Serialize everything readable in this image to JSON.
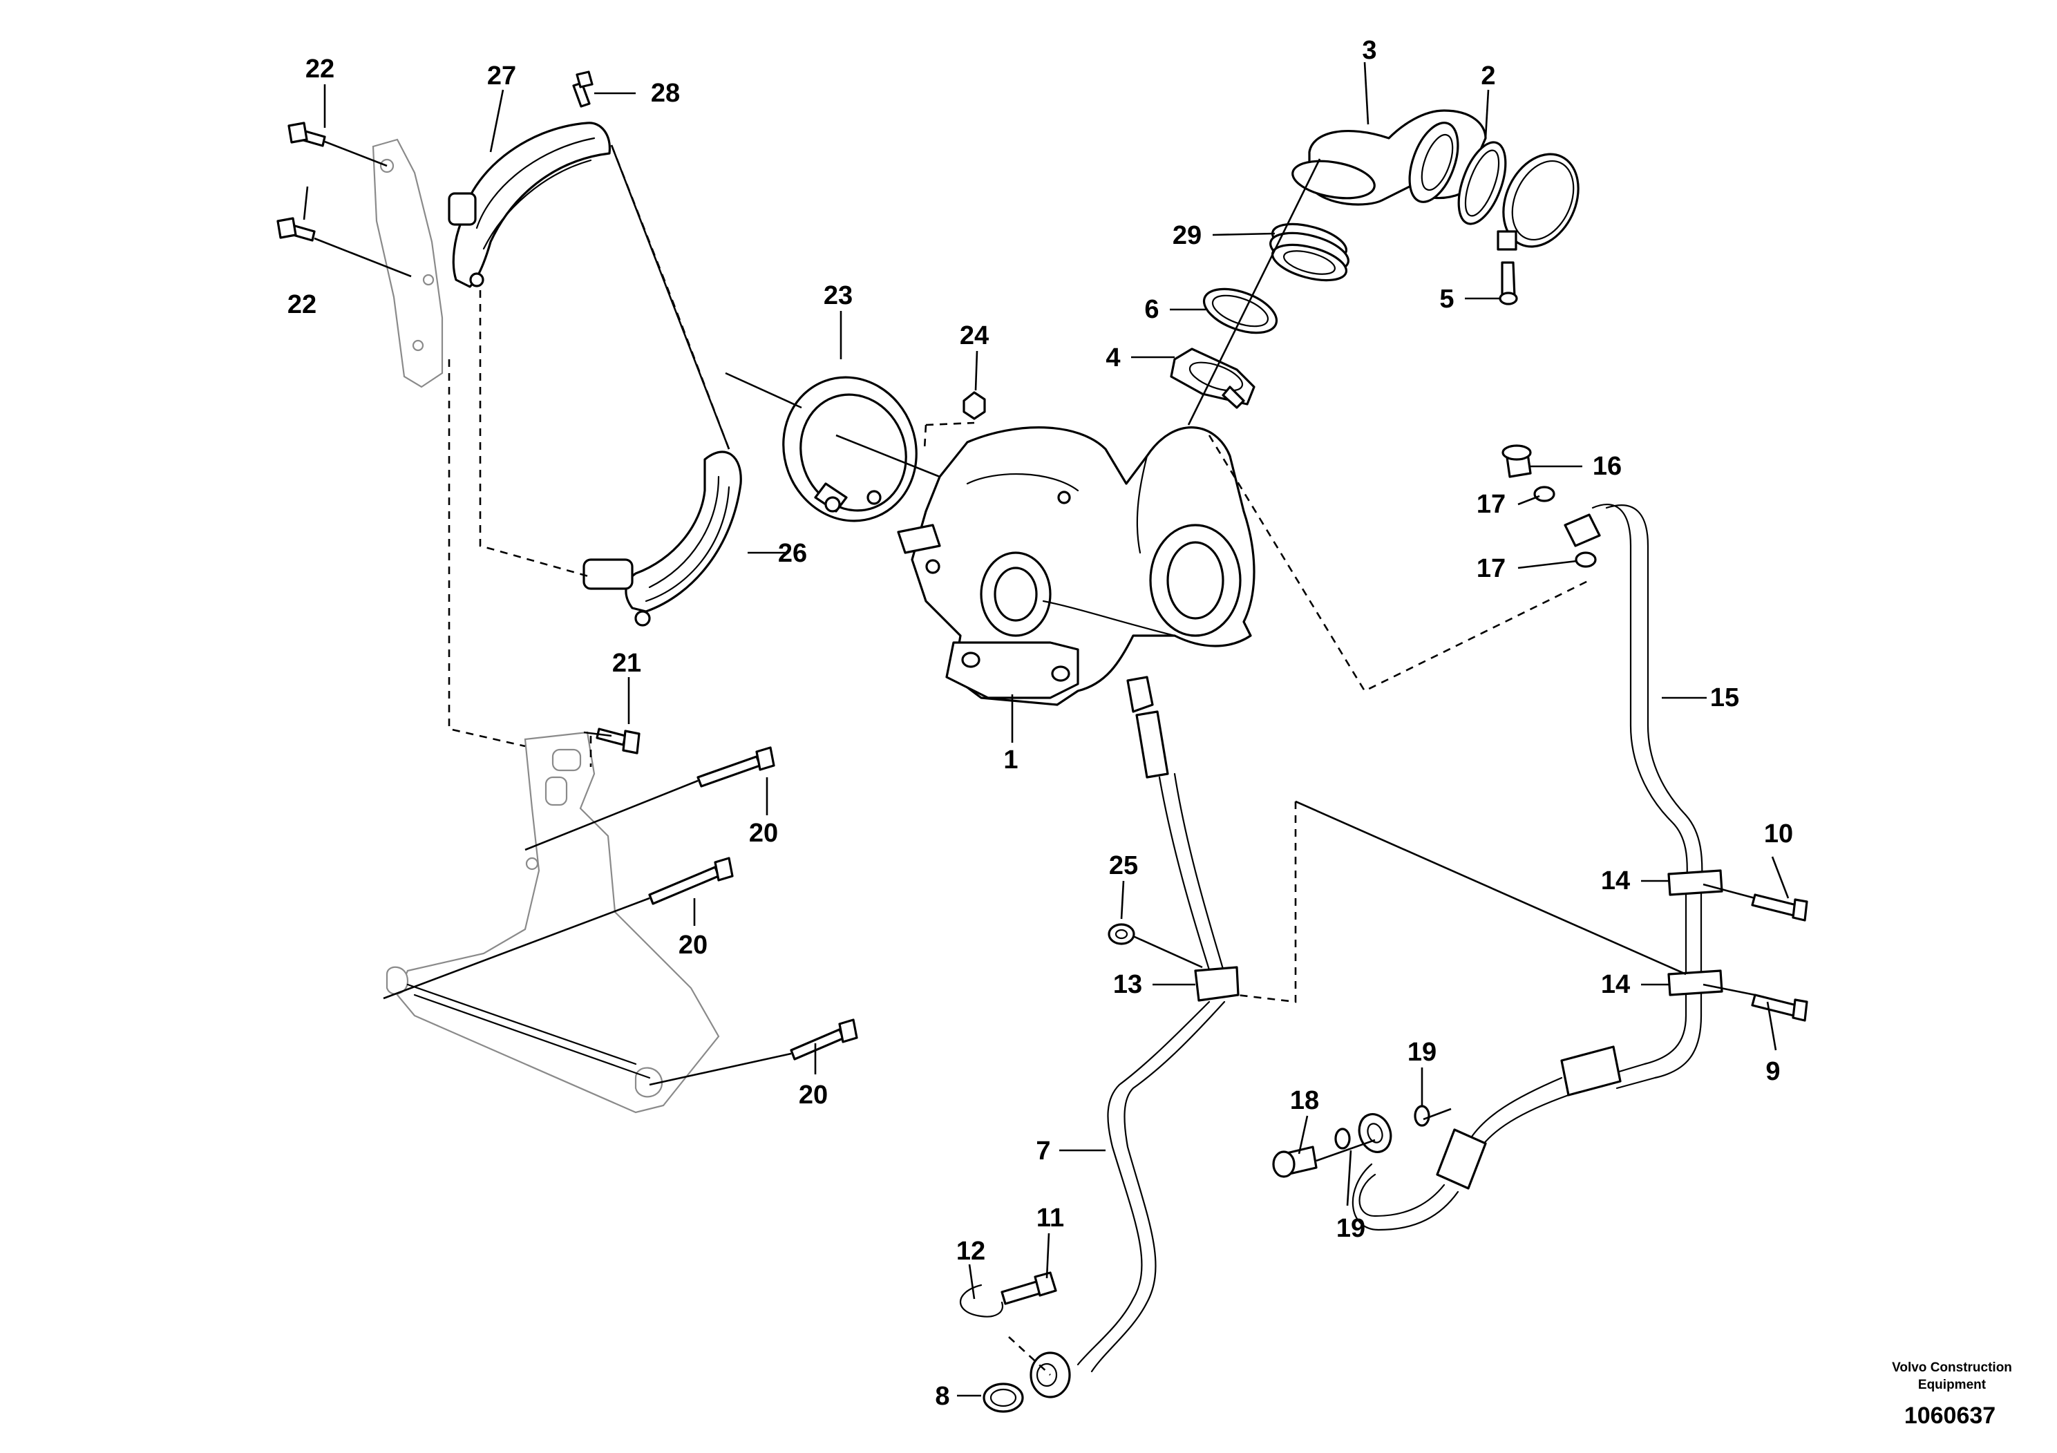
{
  "callouts": [
    "1",
    "2",
    "3",
    "4",
    "5",
    "6",
    "7",
    "8",
    "9",
    "10",
    "11",
    "12",
    "13",
    "14",
    "14",
    "15",
    "16",
    "17",
    "17",
    "18",
    "19",
    "19",
    "20",
    "20",
    "20",
    "21",
    "22",
    "22",
    "23",
    "24",
    "25",
    "26",
    "27",
    "28",
    "29"
  ],
  "brand_line1": "Volvo Construction",
  "brand_line2": "Equipment",
  "document_number": "1060637"
}
